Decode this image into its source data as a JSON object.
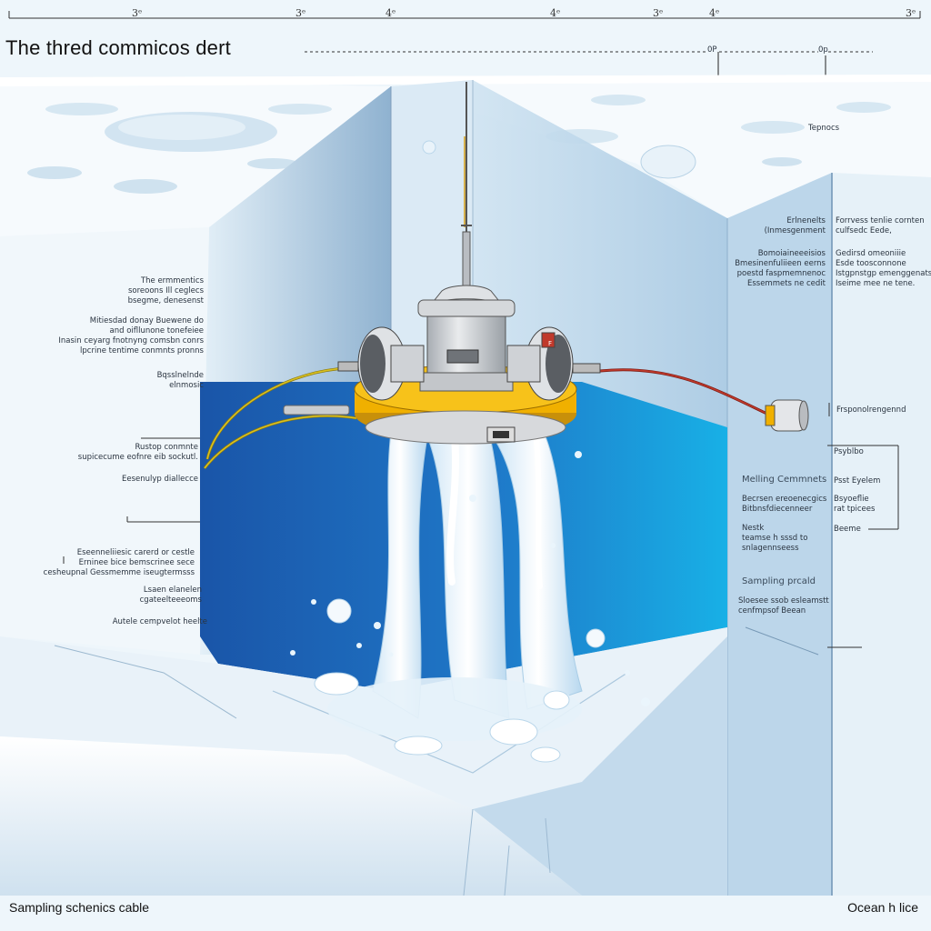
{
  "title": "The  thred commicos dert",
  "footer": {
    "left": "Sampling schenics cable",
    "right": "Ocean h lice"
  },
  "scale": {
    "ticks": [
      "3ᵉ",
      "3ᵉ",
      "4ᵉ",
      "4ᵉ",
      "3ᵉ",
      "4ᵉ",
      "3ᵉ"
    ],
    "markers": [
      "0P",
      "0p"
    ]
  },
  "labels": {
    "l1": "The ermmentics\nsoreoons Ill ceglecs\nbsegme, denesenst",
    "l2": "Mitiesdad donay Buewene do\nand oifllunone tonefeiee\nInasin ceyarg fnotnyng comsbn conrs\nlpcrine tentime conmnts pronns",
    "l3": "Bqsslnelnde\nelnmosic",
    "l4": "Rustop conmnte\nsupicecume eofnre eib sockutl.",
    "l5": "Eesenulyp diallecce",
    "l6": "Eseenneliiesic carerd or cestle\nErninee bice bemscrinee sece\ncesheupnal Gessmemme iseugtermsss",
    "l7": "Lsaen elanelen\ncgateelteeeoms",
    "l8": "Autele cempvelot heelte",
    "r0": "Tepnocs",
    "r1a": "Erlnenelts\n(Inmesgenment",
    "r1b": "Forrvess tenlie cornten\nculfsedc Eede,",
    "r2a": "Bomoiaineeeisios\nBmesinenfuliieen eerns\npoestd faspmemnenoc\nEssemmets ne cedit",
    "r2b": "Gedirsd omeoniiie\nEsde toosconnone\nIstgpnstgp emenggenats\nIseime mee ne tene.",
    "r3": "Frsponolrengennd",
    "r4a": "Melling Cemmnets",
    "r4b": "Becrsen ereoenecgics\nBitbnsfdiecenneer",
    "r4c": "Nestk\nteamse h sssd to\nsnlagennseess",
    "r4d": "Sampling prcald",
    "r4e": "Sloesee ssob esleamstt\ncenfmpsof Beean",
    "r5a": "Psyblbo",
    "r5b": "Psst Eyelem",
    "r5c": "Bsyoeflie\nrat tpicees",
    "r5d": "Beeme",
    "dev": "F"
  },
  "colors": {
    "ice": "#f2f8fc",
    "ocean": "#1e6fc0",
    "ocean_light": "#19a6e0",
    "gold": "#f0b000",
    "cable_red": "#b22a1f",
    "cable_yellow": "#d9c020",
    "metal": "#c9ccd0"
  }
}
